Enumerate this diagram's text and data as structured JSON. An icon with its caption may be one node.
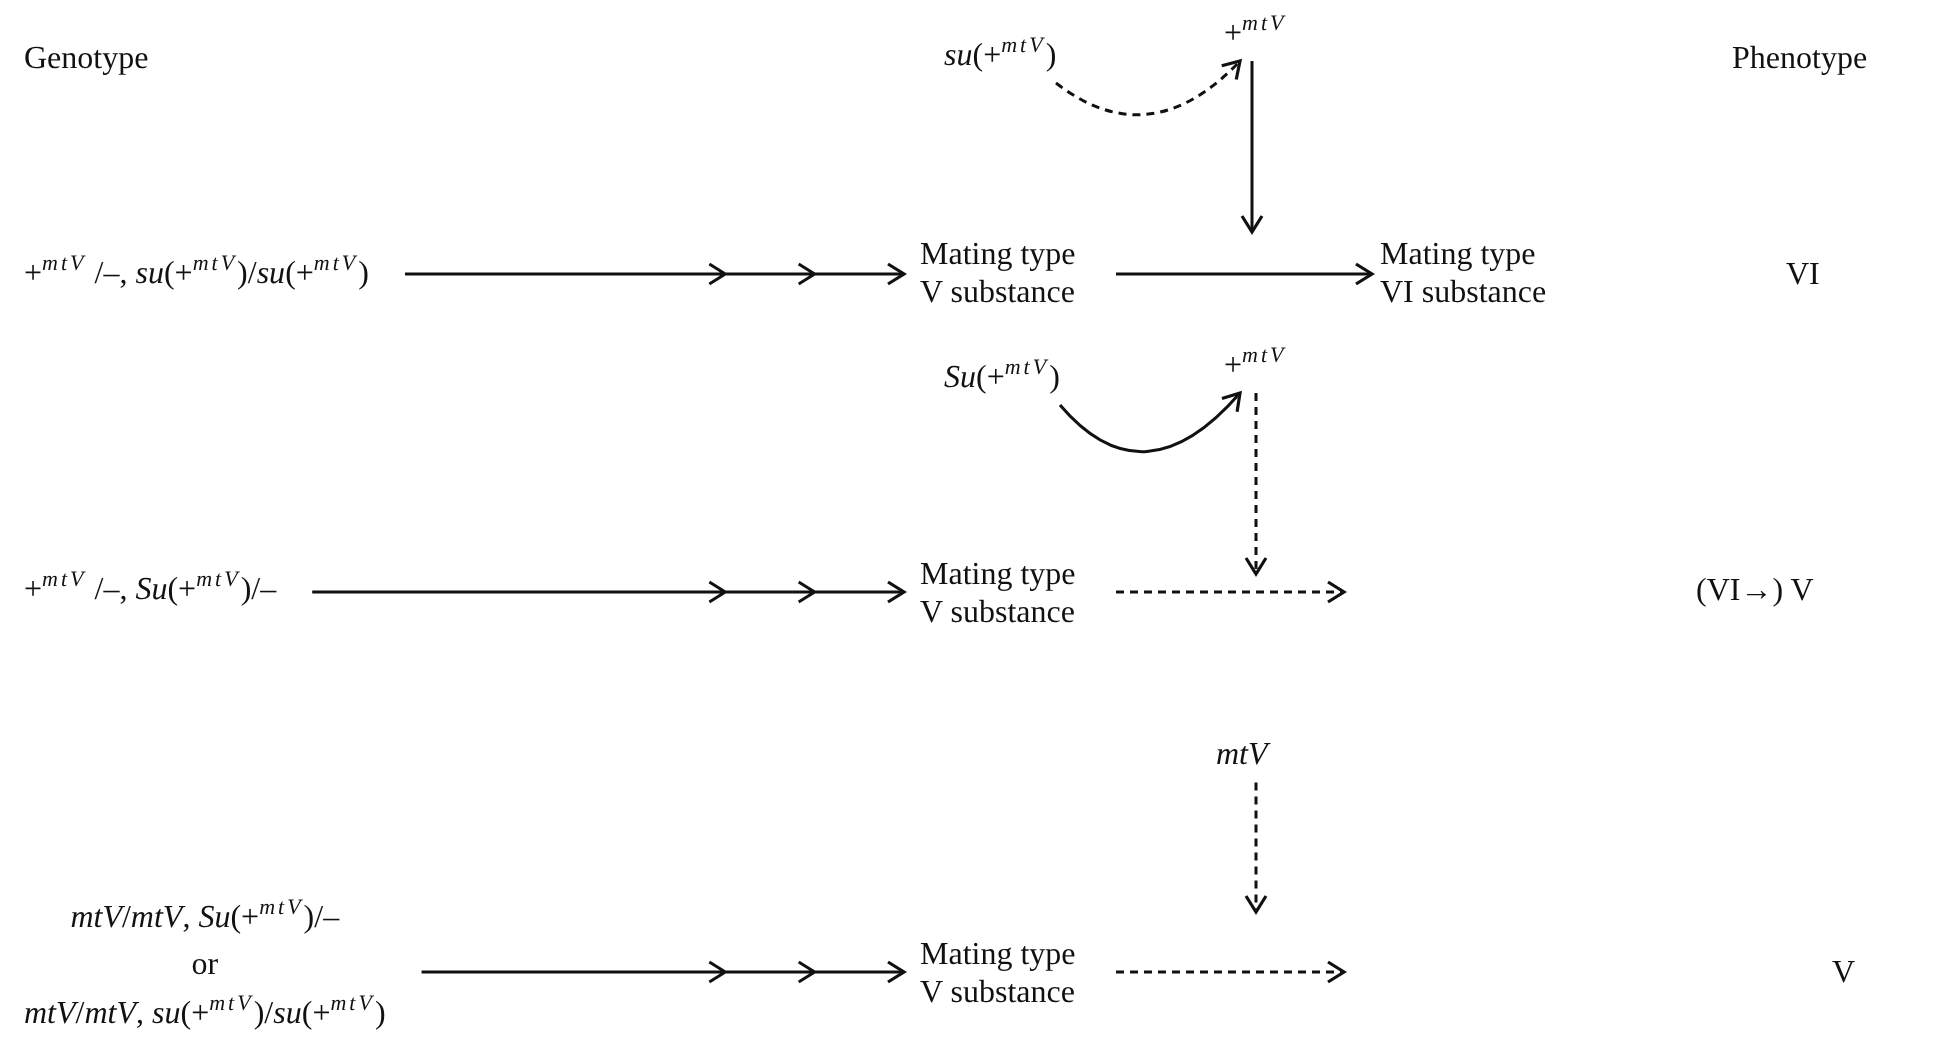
{
  "diagram": {
    "nodes": [
      {
        "text": [
          "*su*(+$^{mtV}$)"
        ]
      },
      {
        "text": [
          "+$^{mtV}$"
        ]
      },
      {
        "text": [
          "+$^{mtV}$ /–, *su*(+$^{mtV}$)/*su*(+$^{mtV}$)"
        ]
      },
      {
        "text": [
          "Mating type V substance"
        ]
      },
      {
        "text": [
          "Mating type VI substance"
        ]
      },
      {
        "text": [
          "*Su*(+$^{mtV}$)"
        ]
      },
      {
        "text": [
          "+$^{mtV}$"
        ]
      },
      {
        "text": [
          "+$^{mtV}$ /–, *Su*(+$^{mtV}$)/–"
        ]
      },
      {
        "text": [
          "Mating type V substance"
        ]
      },
      {
        "text": [
          "mtV"
        ]
      },
      {
        "text": [
          "*mtV*/*mtV*, *Su*(+$^{mtV}$)/–",
          "or",
          "*mtV*/*mtV*, *su*(+$^{mtV}$)/*su*(+$^{mtV}$)"
        ]
      },
      {
        "text": [
          "Mating type V substance"
        ]
      }
    ],
    "edges": [
      {
        "from": 0,
        "to": 1,
        "arrow": "to",
        "style": "dashed"
      },
      {
        "from": 1,
        "to": null,
        "arrow": "to"
      },
      {
        "from": 2,
        "to": 3,
        "arrow": "to"
      },
      {
        "from": 3,
        "to": 4,
        "arrow": "to"
      },
      {
        "from": 5,
        "to": 6,
        "arrow": "to"
      },
      {
        "from": 6,
        "to": null,
        "arrow": "to",
        "style": "dashed"
      },
      {
        "from": 7,
        "to": 8,
        "arrow": "to"
      },
      {
        "from": 8,
        "to": null,
        "arrow": "to",
        "style": "dashed"
      },
      {
        "from": 9,
        "to": null,
        "arrow": "to",
        "style": "dashed"
      },
      {
        "from": 10,
        "to": 11,
        "arrow": "to"
      },
      {
        "from": 11,
        "to": null,
        "arrow": "to",
        "style": "dashed"
      }
    ],
    "labels": [
      "Genotype",
      "Phenotype",
      "VI",
      "(VI→) V",
      "V"
    ]
  }
}
